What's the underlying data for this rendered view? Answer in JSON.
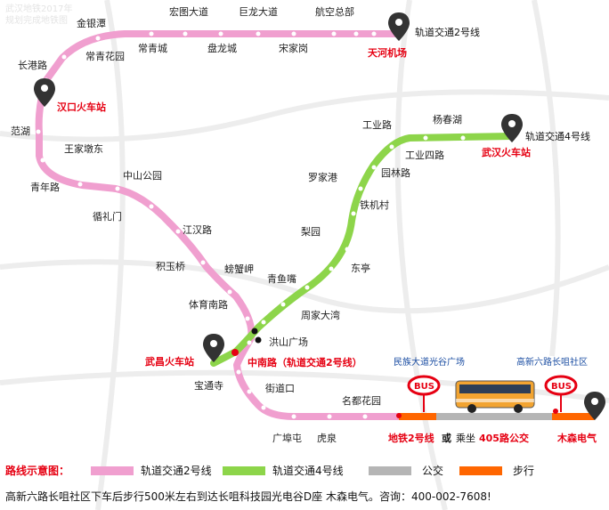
{
  "watermark_lines": [
    "武汉地铁2017年",
    "规划完成地铁图"
  ],
  "lines": {
    "line2": {
      "name": "轨道交通2号线",
      "color": "#f09fcf"
    },
    "line4": {
      "name": "轨道交通4号线",
      "color": "#8dd54a"
    },
    "bus": {
      "name": "公交",
      "color": "#b5b5b5"
    },
    "walk": {
      "name": "步行",
      "color": "#ff6600"
    }
  },
  "stations": {
    "jinyintan": "金银潭",
    "hongtu": "宏图大道",
    "julong": "巨龙大道",
    "hangkong": "航空总部",
    "changqingcheng": "常青城",
    "panlong": "盘龙城",
    "songjiagang": "宋家岗",
    "changgang": "长港路",
    "changqinghuayuan": "常青花园",
    "fanhu": "范湖",
    "wangjiadun": "王家墩东",
    "zhongshan": "中山公园",
    "qingnian": "青年路",
    "xunli": "循礼门",
    "jianghan": "江汉路",
    "jiyuqiao": "积玉桥",
    "pangxiejia": "螃蟹岬",
    "tiyunanlu": "体育南路",
    "qingyuzui": "青鱼嘴",
    "hongshan": "洪山广场",
    "zhongnan": "中南路（轨道交通2号线）",
    "baotong": "宝通寺",
    "jiedaokou": "街道口",
    "guangbutun": "广埠屯",
    "huquan": "虎泉",
    "mingdu": "名都花园",
    "gongyelu": "工业路",
    "yangchunhu": "杨春湖",
    "gongyesilu": "工业四路",
    "yuanlinlu": "园林路",
    "luojiagang": "罗家港",
    "tiejicun": "铁机村",
    "liyuan": "梨园",
    "dongting": "东亭",
    "zhoujiawan": "周家大湾"
  },
  "hubs": {
    "tianhe": "天河机场",
    "hankou": "汉口火车站",
    "wuhan": "武汉火车站",
    "wuchang": "武昌火车站",
    "metro_line2_end": "地铁2号线"
  },
  "endpoint_labels": {
    "tianhe_line": "轨道交通2号线",
    "wuhan_line": "轨道交通4号线"
  },
  "bus_stops": {
    "start": "民族大道光谷广场",
    "end": "高新六路长咀社区",
    "sign": "BUS"
  },
  "route_text": {
    "or": "或",
    "take": "乘坐",
    "bus_route": "405路公交",
    "destination": "木森电气"
  },
  "legend": {
    "title": "路线示意图：",
    "line2": "轨道交通2号线",
    "line4": "轨道交通4号线",
    "bus": "公交",
    "walk": "步行"
  },
  "footer": "高新六路长咀社区下车后步行500米左右到达长咀科技园光电谷D座 木森电气。咨询：400-002-7608!"
}
